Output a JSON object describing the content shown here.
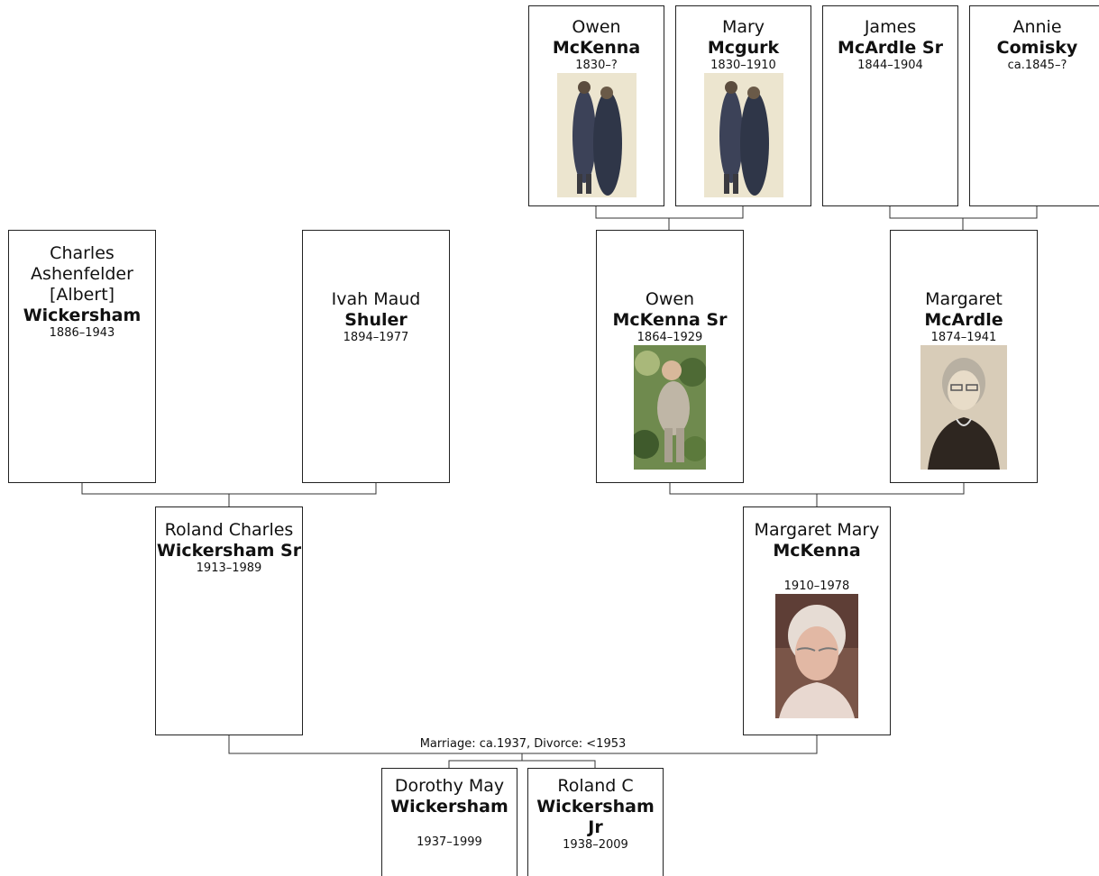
{
  "people": {
    "owen_mckenna": {
      "given": "Owen",
      "surname": "McKenna",
      "dates": "1830–?"
    },
    "mary_mcgurk": {
      "given": "Mary",
      "surname": "Mcgurk",
      "dates": "1830–1910"
    },
    "james_mcardle": {
      "given": "James",
      "surname": "McArdle Sr",
      "dates": "1844–1904"
    },
    "annie_comisky": {
      "given": "Annie",
      "surname": "Comisky",
      "dates": "ca.1845–?"
    },
    "charles_wickersham": {
      "given": "Charles Ashenfelder [Albert]",
      "surname": "Wickersham",
      "dates": "1886–1943"
    },
    "ivah_shuler": {
      "given": "Ivah Maud",
      "surname": "Shuler",
      "dates": "1894–1977"
    },
    "owen_mckenna_sr": {
      "given": "Owen",
      "surname": "McKenna Sr",
      "dates": "1864–1929"
    },
    "margaret_mcardle": {
      "given": "Margaret",
      "surname": "McArdle",
      "dates": "1874–1941"
    },
    "roland_sr": {
      "given": "Roland Charles",
      "surname": "Wickersham Sr",
      "dates": "1913–1989"
    },
    "margaret_mary": {
      "given": "Margaret Mary",
      "surname": "McKenna",
      "dates": "1910–1978"
    },
    "dorothy": {
      "given": "Dorothy May",
      "surname": "Wickersham",
      "dates": "1937–1999"
    },
    "roland_jr": {
      "given": "Roland C",
      "surname": "Wickersham Jr",
      "dates": "1938–2009"
    }
  },
  "marriage_label": "Marriage: ca.1937, Divorce: <1953"
}
